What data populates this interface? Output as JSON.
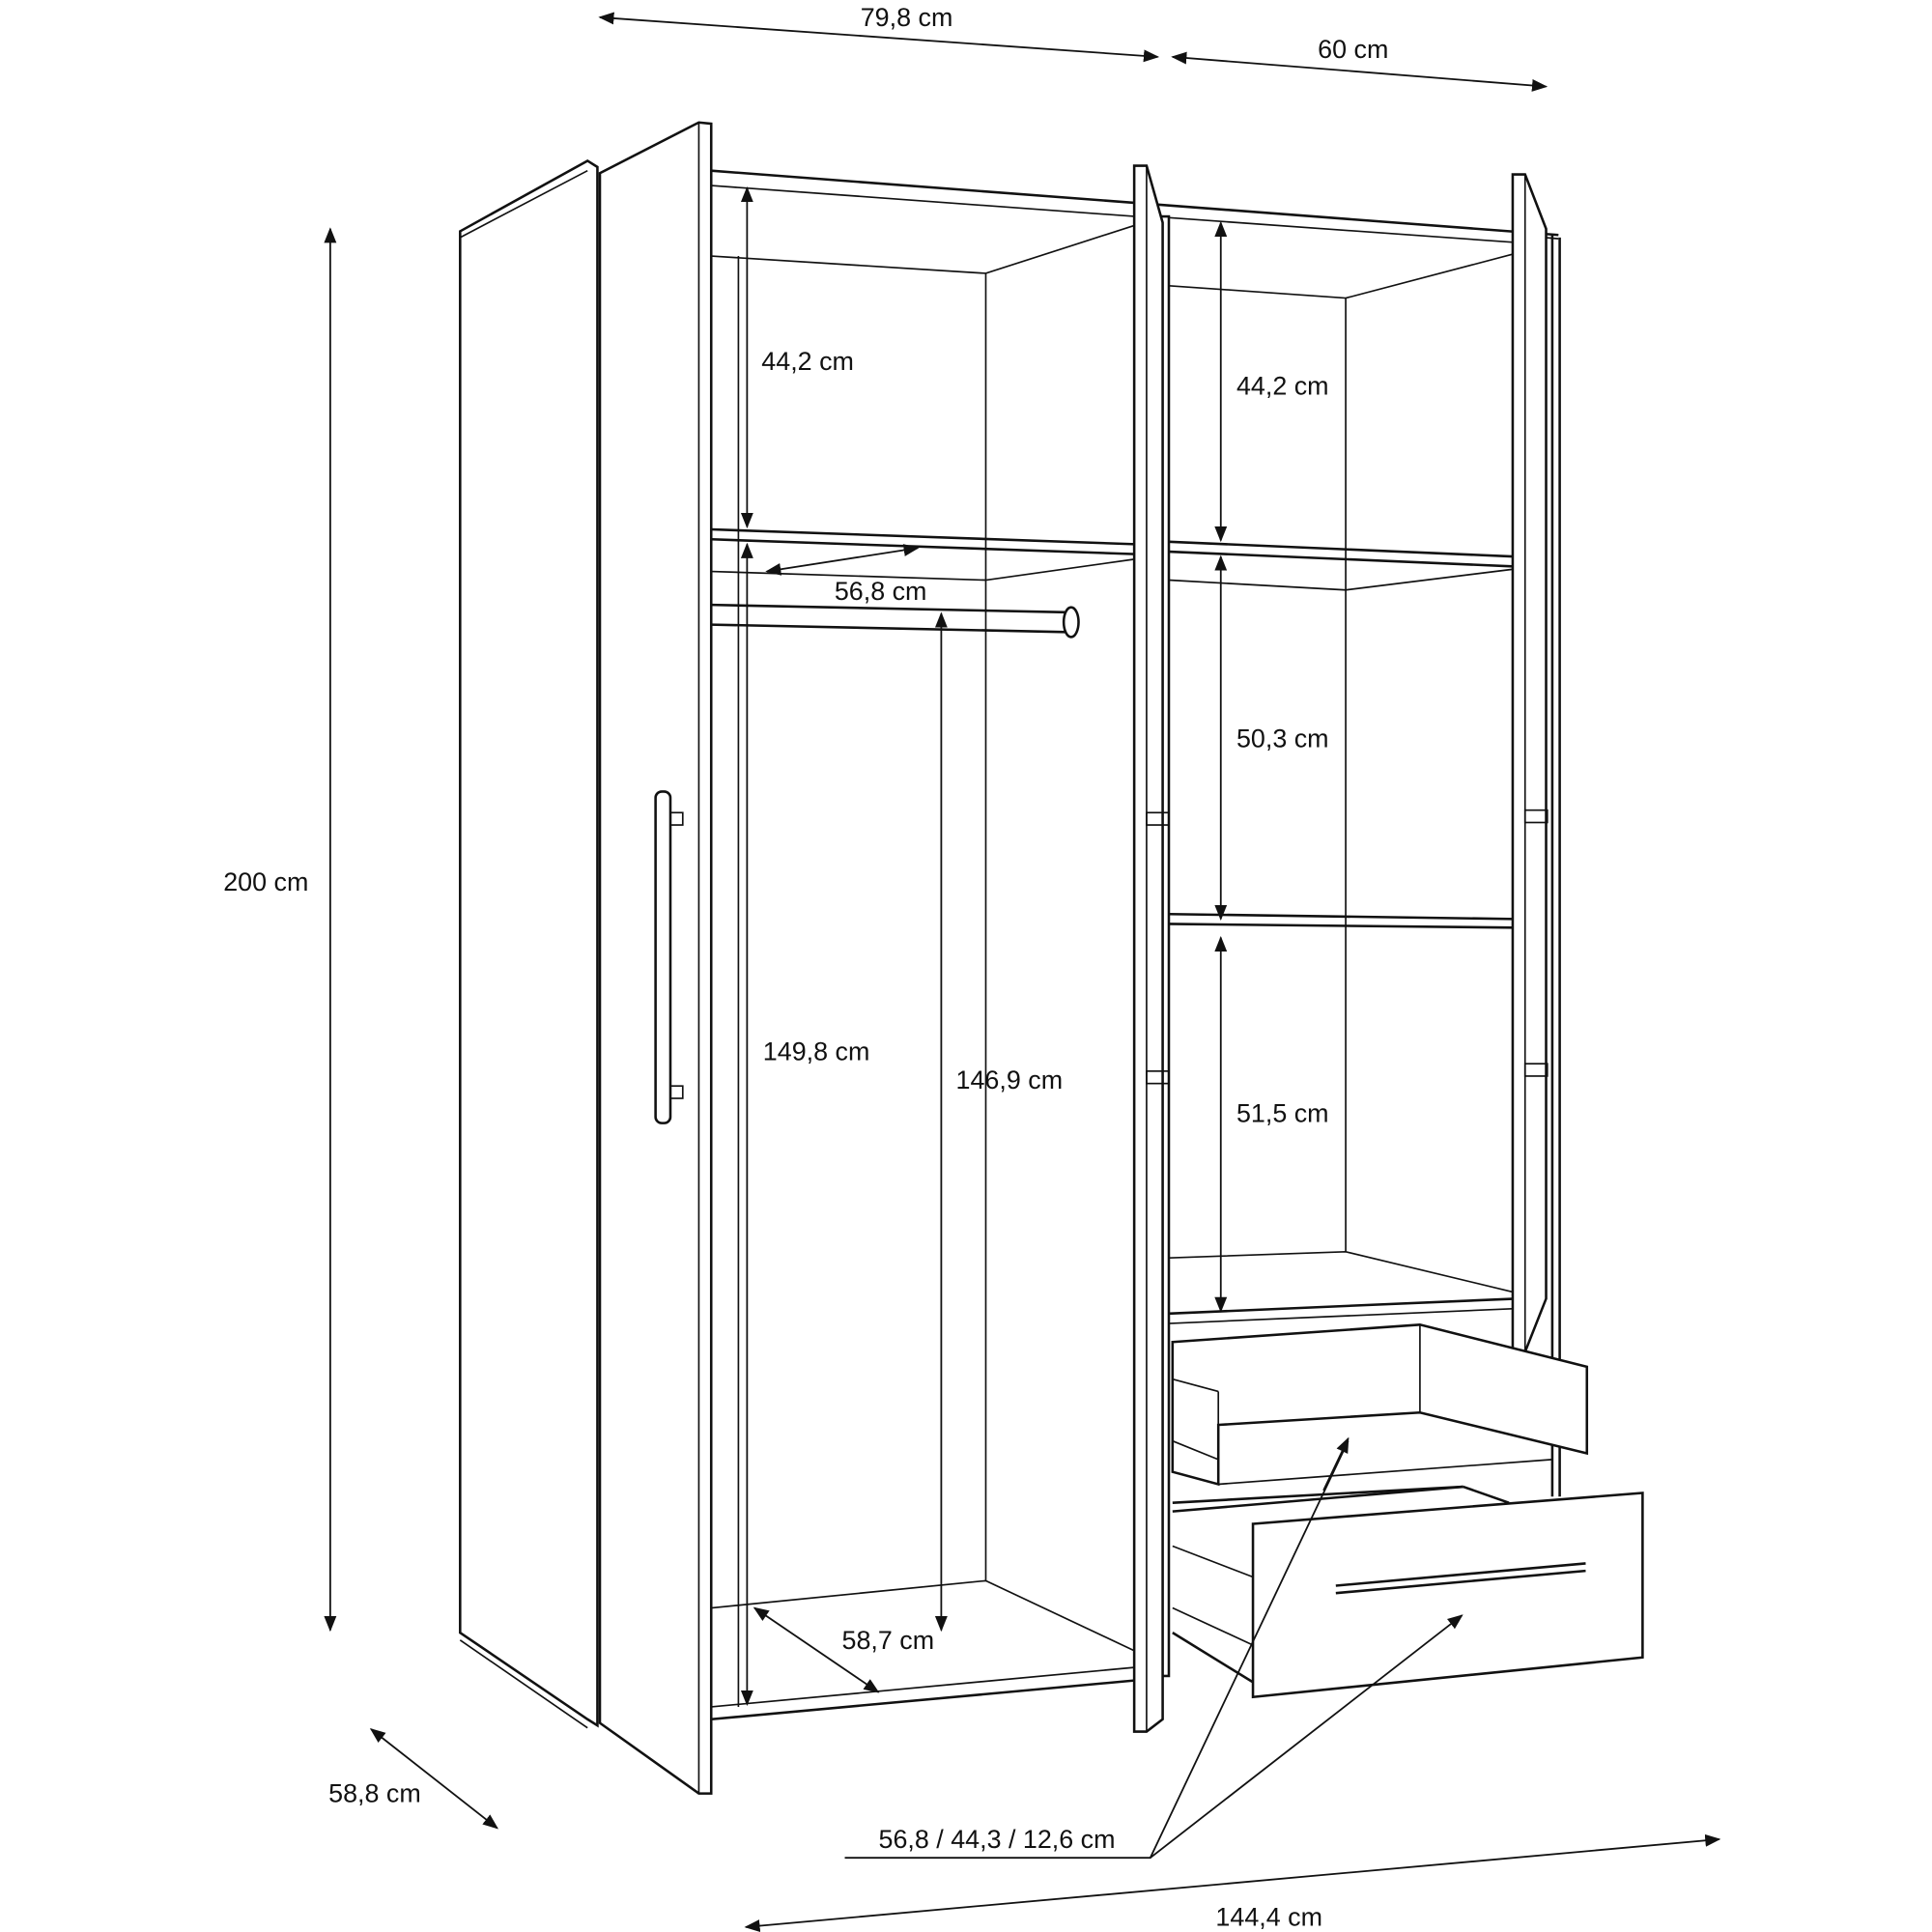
{
  "title": "Wardrobe dimension drawing",
  "dimensions": {
    "left_section_width": "79,8 cm",
    "right_section_width": "60 cm",
    "total_height": "200 cm",
    "left_top_compartment_height": "44,2 cm",
    "right_top_compartment_height": "44,2 cm",
    "left_shelf_depth": "56,8 cm",
    "right_middle_compartment_height": "50,3 cm",
    "hanging_space_height": "149,8 cm",
    "rail_height": "146,9 cm",
    "right_lower_compartment_height": "51,5 cm",
    "inner_depth": "58,7 cm",
    "total_depth": "58,8 cm",
    "drawer_dimensions": "56,8 / 44,3 / 12,6 cm",
    "total_width": "144,4 cm"
  }
}
